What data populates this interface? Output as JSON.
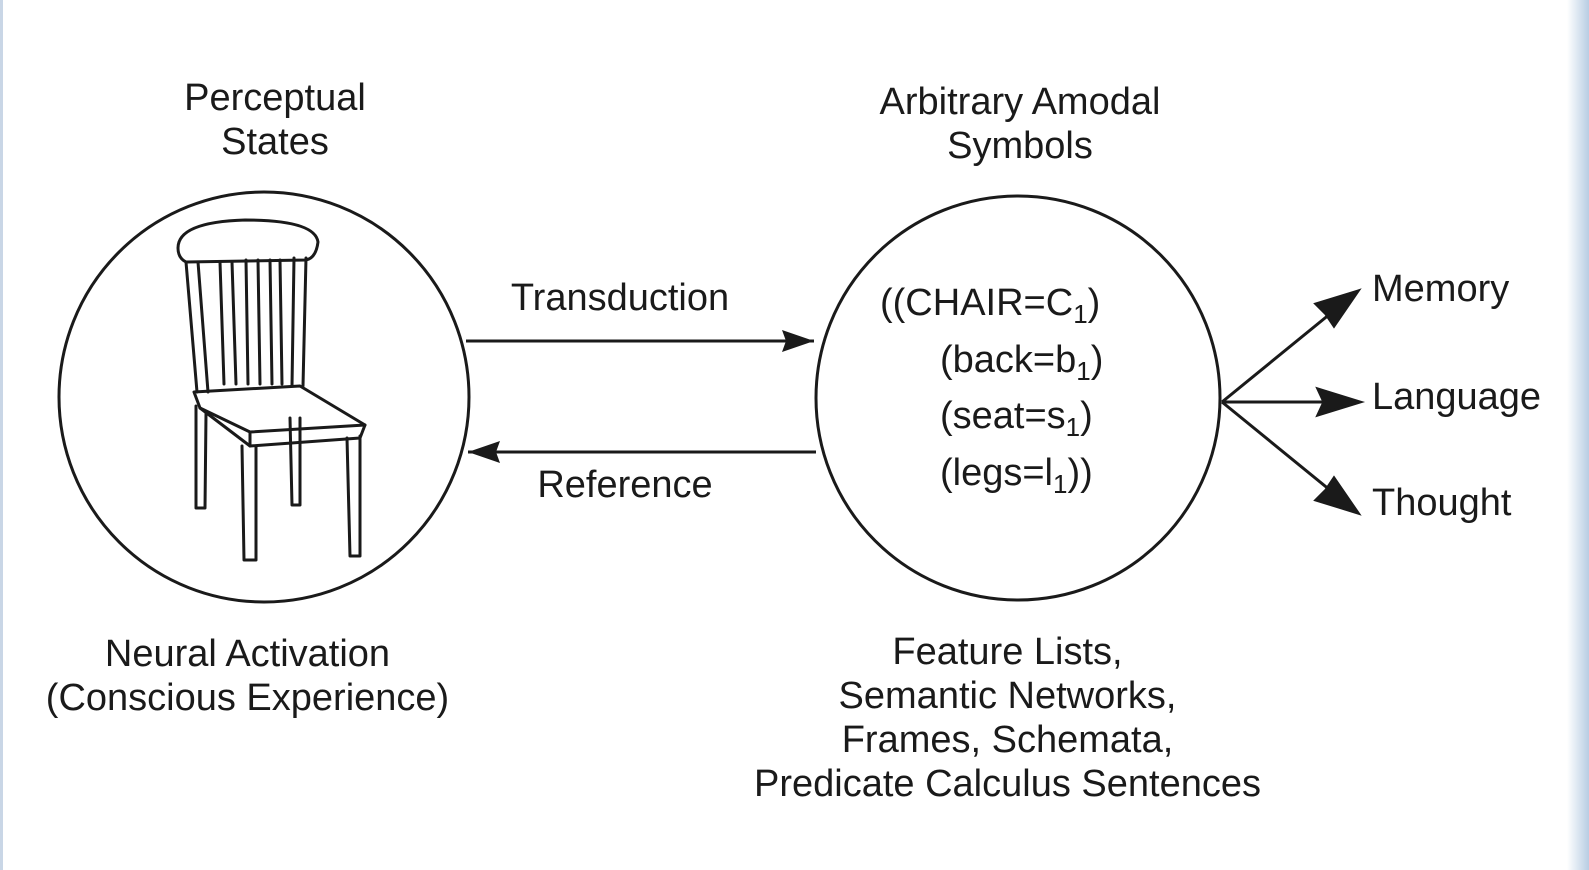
{
  "left_title": [
    "Perceptual",
    "States"
  ],
  "right_title": [
    "Arbitrary Amodal",
    "Symbols"
  ],
  "left_caption": [
    "Neural Activation",
    "(Conscious Experience)"
  ],
  "right_caption": [
    "Feature Lists,",
    "Semantic Networks,",
    "Frames, Schemata,",
    "Predicate Calculus Sentences"
  ],
  "transduction_label": "Transduction",
  "reference_label": "Reference",
  "symbols": [
    {
      "pre": "((CHAIR=C",
      "sub": "1",
      "post": ")"
    },
    {
      "pre": "(back=b",
      "sub": "1",
      "post": ")"
    },
    {
      "pre": "(seat=s",
      "sub": "1",
      "post": ")"
    },
    {
      "pre": "(legs=l",
      "sub": "1",
      "post": "))"
    }
  ],
  "outputs": [
    "Memory",
    "Language",
    "Thought"
  ],
  "icons": {
    "chair": "chair-illustration"
  }
}
